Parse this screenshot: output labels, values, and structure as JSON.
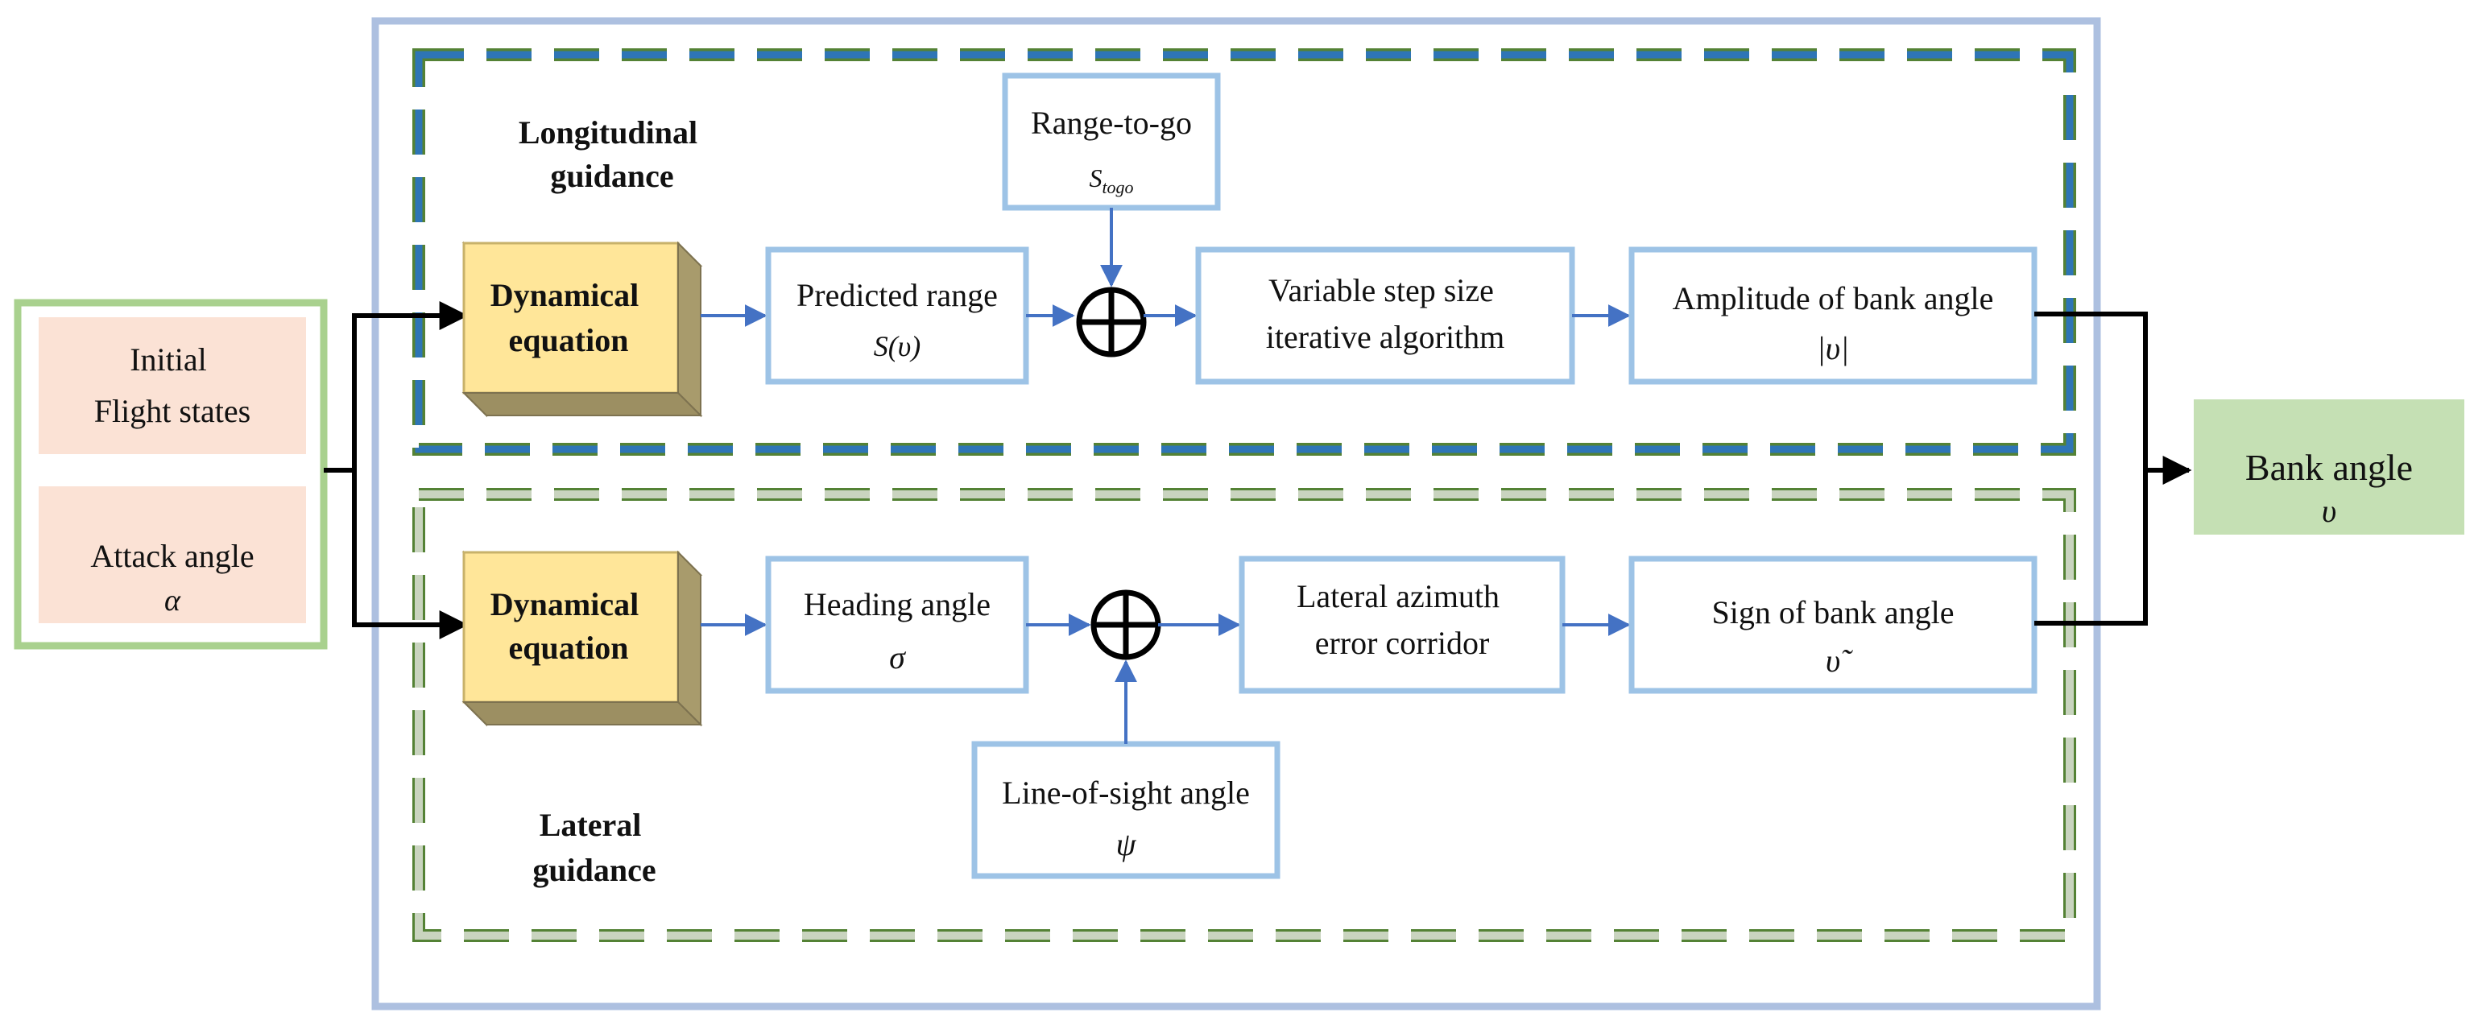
{
  "inputs": {
    "initial_flight_states": [
      "Initial",
      "Flight states"
    ],
    "attack_angle": {
      "label": "Attack angle",
      "symbol": "α"
    }
  },
  "longitudinal": {
    "title": [
      "Longitudinal",
      "guidance"
    ],
    "dynamical_equation": [
      "Dynamical",
      "equation"
    ],
    "range_to_go": {
      "label": "Range-to-go",
      "symbol": "S",
      "subscript": "togo"
    },
    "predicted_range": {
      "label": "Predicted range",
      "symbol": "S(υ)"
    },
    "variable_step": [
      "Variable step size",
      "iterative algorithm"
    ],
    "amplitude": {
      "label": "Amplitude of bank angle",
      "symbol": "|υ|"
    }
  },
  "lateral": {
    "title": [
      "Lateral",
      "guidance"
    ],
    "dynamical_equation": [
      "Dynamical",
      "equation"
    ],
    "heading_angle": {
      "label": "Heading angle",
      "symbol": "σ"
    },
    "line_of_sight": {
      "label": "Line-of-sight angle",
      "symbol": "ψ"
    },
    "lateral_azimuth": [
      "Lateral azimuth",
      "error corridor"
    ],
    "sign_bank": {
      "label": "Sign of bank angle",
      "symbol": "υ̃"
    }
  },
  "output": {
    "label": "Bank angle",
    "symbol": "υ"
  },
  "colors": {
    "outer_frame": "#adc0e0",
    "input_frame": "#a9d18e",
    "input_fill": "#fbe2d5",
    "long_dash_inner": "#2e75b6",
    "long_dash_outer": "#548235",
    "lat_dash_fill": "#c9d4bf",
    "lat_dash_stroke": "#548235",
    "block_stroke": "#9dc3e6",
    "cube_front": "#ffe699",
    "cube_side": "#a89b6c",
    "arrow_blue": "#4472c4",
    "output_fill": "#c5e0b4"
  }
}
